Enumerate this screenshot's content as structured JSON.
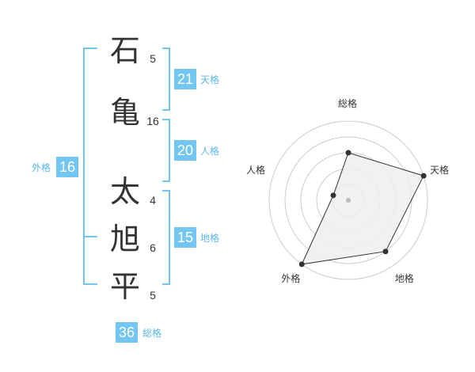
{
  "name_chars": [
    {
      "char": "石",
      "strokes": "5"
    },
    {
      "char": "亀",
      "strokes": "16"
    },
    {
      "char": "太",
      "strokes": "4"
    },
    {
      "char": "旭",
      "strokes": "6"
    },
    {
      "char": "平",
      "strokes": "5"
    }
  ],
  "fortunes": {
    "tenkaku": {
      "label": "天格",
      "value": "21"
    },
    "jinkaku": {
      "label": "人格",
      "value": "20"
    },
    "chikaku": {
      "label": "地格",
      "value": "15"
    },
    "gaikaku": {
      "label": "外格",
      "value": "16"
    },
    "soukaku": {
      "label": "総格",
      "value": "36"
    }
  },
  "radar": {
    "axes": [
      "総格",
      "天格",
      "地格",
      "外格",
      "人格"
    ],
    "levels": [
      0.6,
      1.0,
      0.8,
      1.0,
      0.2
    ],
    "ring_count": 5,
    "colors": {
      "fill": "#eeeeee",
      "line": "#333333",
      "ring": "#cccccc",
      "dot": "#333333",
      "center": "#bbbbbb"
    }
  },
  "colors": {
    "accent": "#74c6f2",
    "label": "#5bb6e8",
    "text": "#333333"
  }
}
